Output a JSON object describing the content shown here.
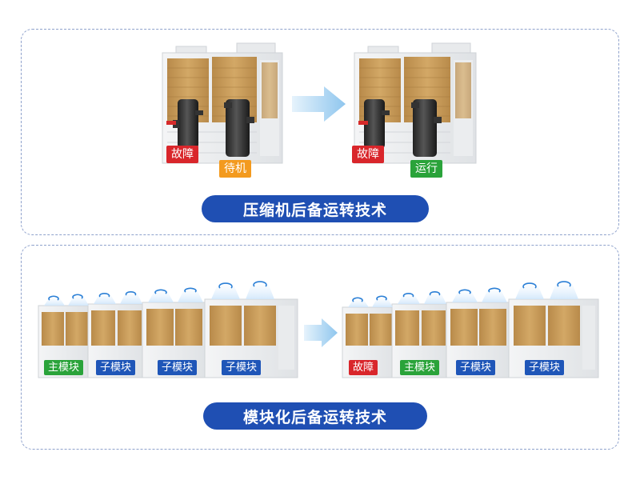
{
  "colors": {
    "fault": "#d9262b",
    "standby": "#f39a1e",
    "run": "#2aa33a",
    "master": "#2aa33a",
    "slave": "#1f56b8",
    "pill": "#1f4fb3",
    "border": "#8fa2cc",
    "arrow": "#a9d3f2"
  },
  "top": {
    "title": "压缩机后备运转技术",
    "before": {
      "left_status": "故障",
      "right_status": "待机"
    },
    "after": {
      "left_status": "故障",
      "right_status": "运行"
    }
  },
  "bottom": {
    "title": "模块化后备运转技术",
    "before": {
      "modules": [
        "主模块",
        "子模块",
        "子模块",
        "子模块"
      ]
    },
    "after": {
      "modules": [
        "故障",
        "主模块",
        "子模块",
        "子模块"
      ]
    }
  },
  "icons": [
    "compressor-icon",
    "fan-airflow-icon",
    "right-arrow-icon",
    "tcl-logo-icon"
  ]
}
